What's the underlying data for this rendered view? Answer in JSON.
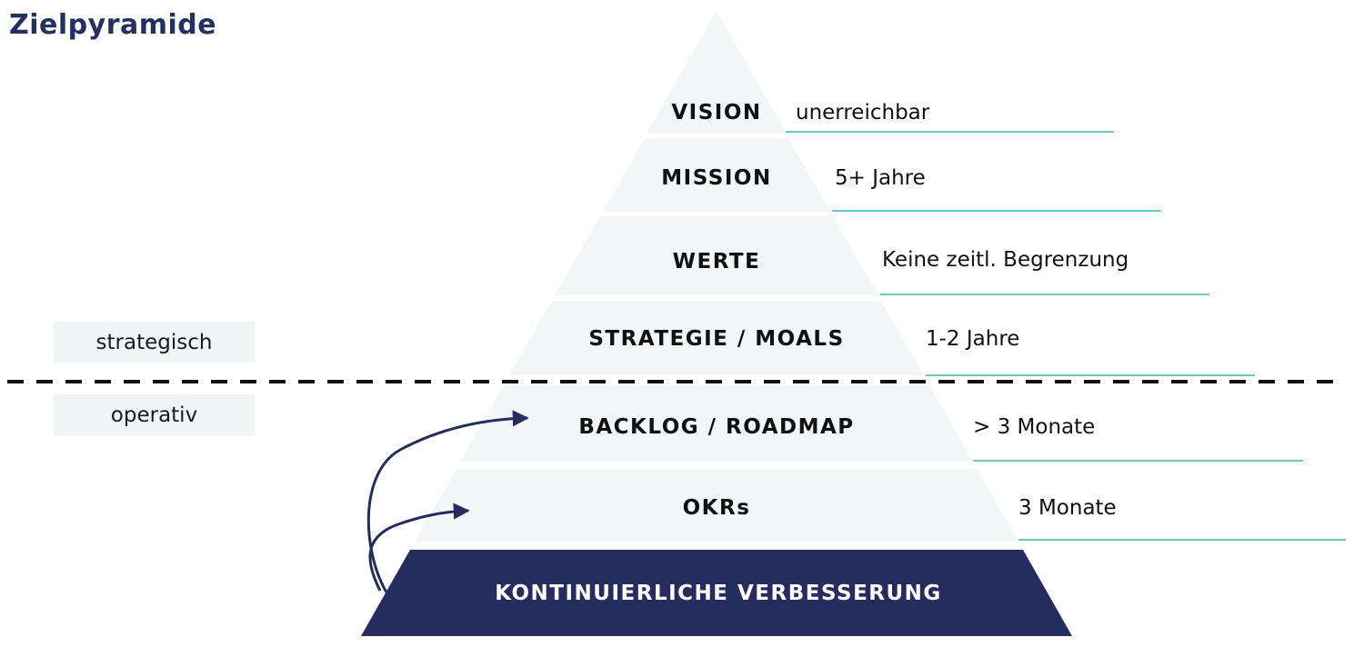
{
  "title": "Zielpyramide",
  "zones": {
    "strategic": "strategisch",
    "operative": "operativ"
  },
  "levels": [
    {
      "name": "VISION",
      "horizon": "unerreichbar"
    },
    {
      "name": "MISSION",
      "horizon": "5+ Jahre"
    },
    {
      "name": "WERTE",
      "horizon": "Keine zeitl. Begrenzung"
    },
    {
      "name": "STRATEGIE / MOALS",
      "horizon": "1-2 Jahre"
    },
    {
      "name": "BACKLOG / ROADMAP",
      "horizon": "> 3 Monate"
    },
    {
      "name": "OKRs",
      "horizon": "3 Monate"
    },
    {
      "name": "KONTINUIERLICHE VERBESSERUNG"
    }
  ],
  "colors": {
    "navy": "#252d5f",
    "layer": "#f4f5f7",
    "teal": "#3db5ad",
    "title": "#24305f"
  }
}
